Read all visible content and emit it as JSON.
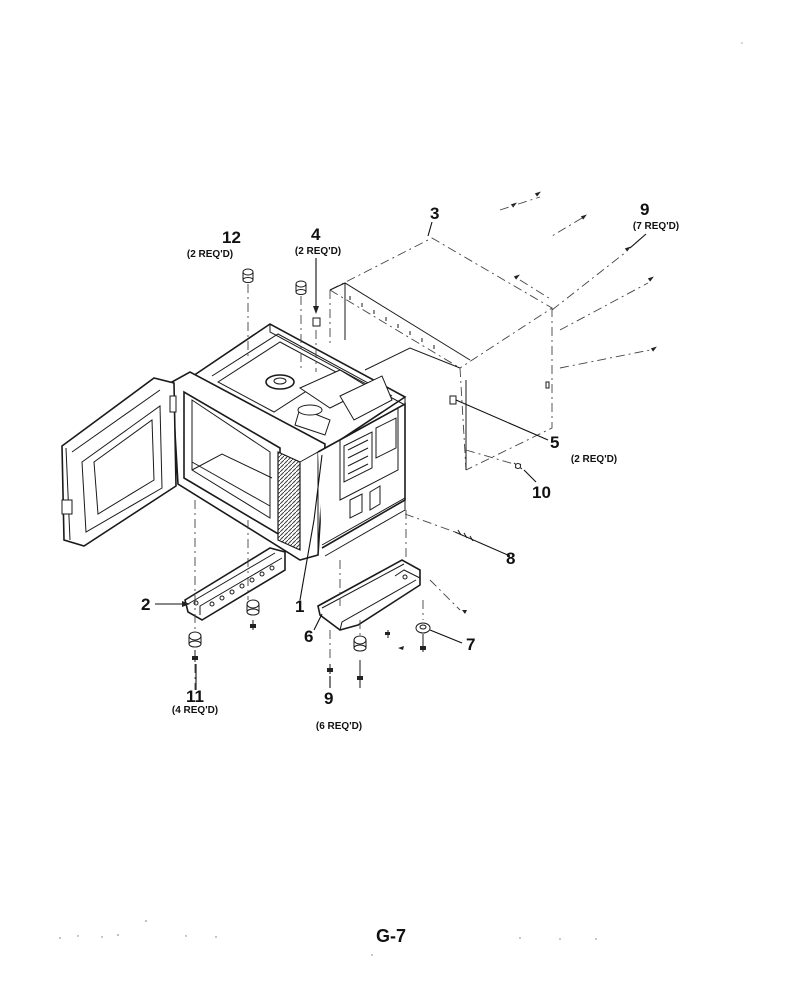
{
  "callouts": [
    {
      "id": "1",
      "number": "1",
      "qty": ""
    },
    {
      "id": "2",
      "number": "2",
      "qty": ""
    },
    {
      "id": "3",
      "number": "3",
      "qty": ""
    },
    {
      "id": "4",
      "number": "4",
      "qty": "(2 REQ'D)"
    },
    {
      "id": "5",
      "number": "5",
      "qty": "(2 REQ'D)"
    },
    {
      "id": "6",
      "number": "6",
      "qty": ""
    },
    {
      "id": "7",
      "number": "7",
      "qty": ""
    },
    {
      "id": "8",
      "number": "8",
      "qty": ""
    },
    {
      "id": "9a",
      "number": "9",
      "qty": "(7 REQ'D)"
    },
    {
      "id": "9b",
      "number": "9",
      "qty": "(6 REQ'D)"
    },
    {
      "id": "10",
      "number": "10",
      "qty": ""
    },
    {
      "id": "11",
      "number": "11",
      "qty": "(4 REQ'D)"
    },
    {
      "id": "12",
      "number": "12",
      "qty": "(2 REQ'D)"
    }
  ],
  "page_label": "G-7"
}
